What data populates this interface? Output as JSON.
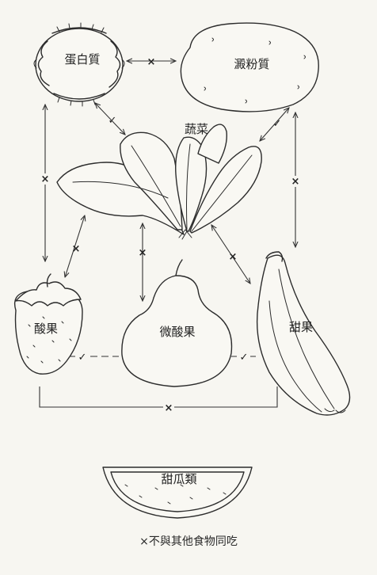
{
  "foods": {
    "protein": "蛋白質",
    "starch": "澱粉質",
    "vegetables": "蔬菜",
    "acid_fruit": "酸果",
    "subacid_fruit": "微酸果",
    "sweet_fruit": "甜果",
    "melons": "甜瓜類"
  },
  "marks": {
    "ok": "✓",
    "no": "×"
  },
  "footnote": "×不與其他食物同吃",
  "icons": [
    "egg-icon",
    "potato-icon",
    "spinach-icon",
    "strawberry-icon",
    "pear-icon",
    "banana-icon",
    "watermelon-icon"
  ]
}
